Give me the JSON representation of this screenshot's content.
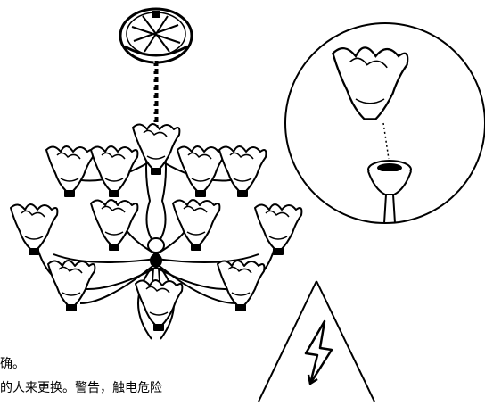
{
  "instructions": {
    "line1": "确。",
    "line2": "的人来更换。警告，触电危险"
  },
  "icons": {
    "chandelier": "chandelier-illustration",
    "detail": "shade-attachment-detail",
    "warning": "electric-shock-warning-icon"
  },
  "colors": {
    "ink": "#000000",
    "paper": "#ffffff"
  }
}
